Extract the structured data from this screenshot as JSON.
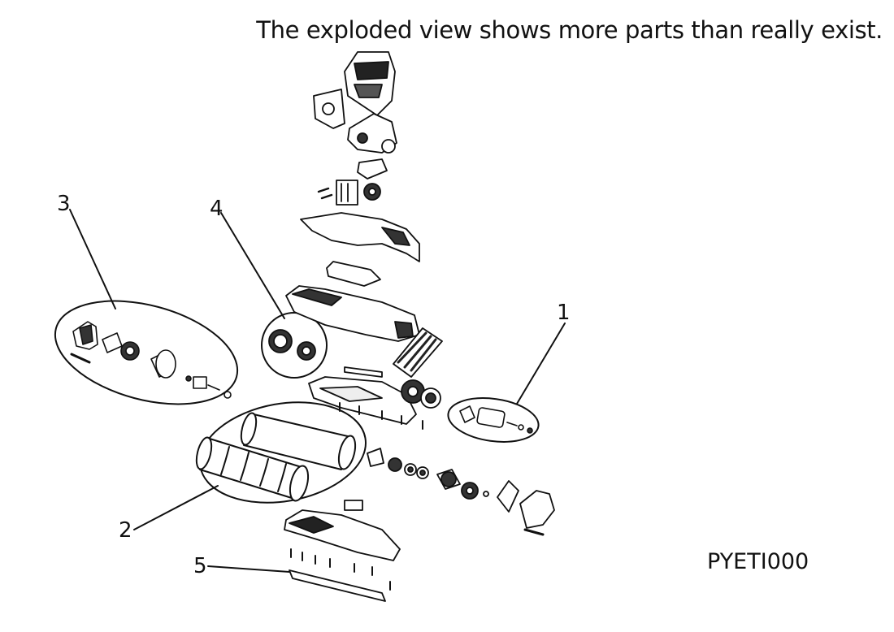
{
  "header": {
    "note": "The exploded view shows more parts than really exist."
  },
  "footer": {
    "code": "PYETI000"
  },
  "callouts": [
    "1",
    "2",
    "3",
    "4",
    "5"
  ],
  "colors": {
    "ink": "#111111",
    "fill": "#ffffff",
    "dark": "#2a2a2a"
  }
}
